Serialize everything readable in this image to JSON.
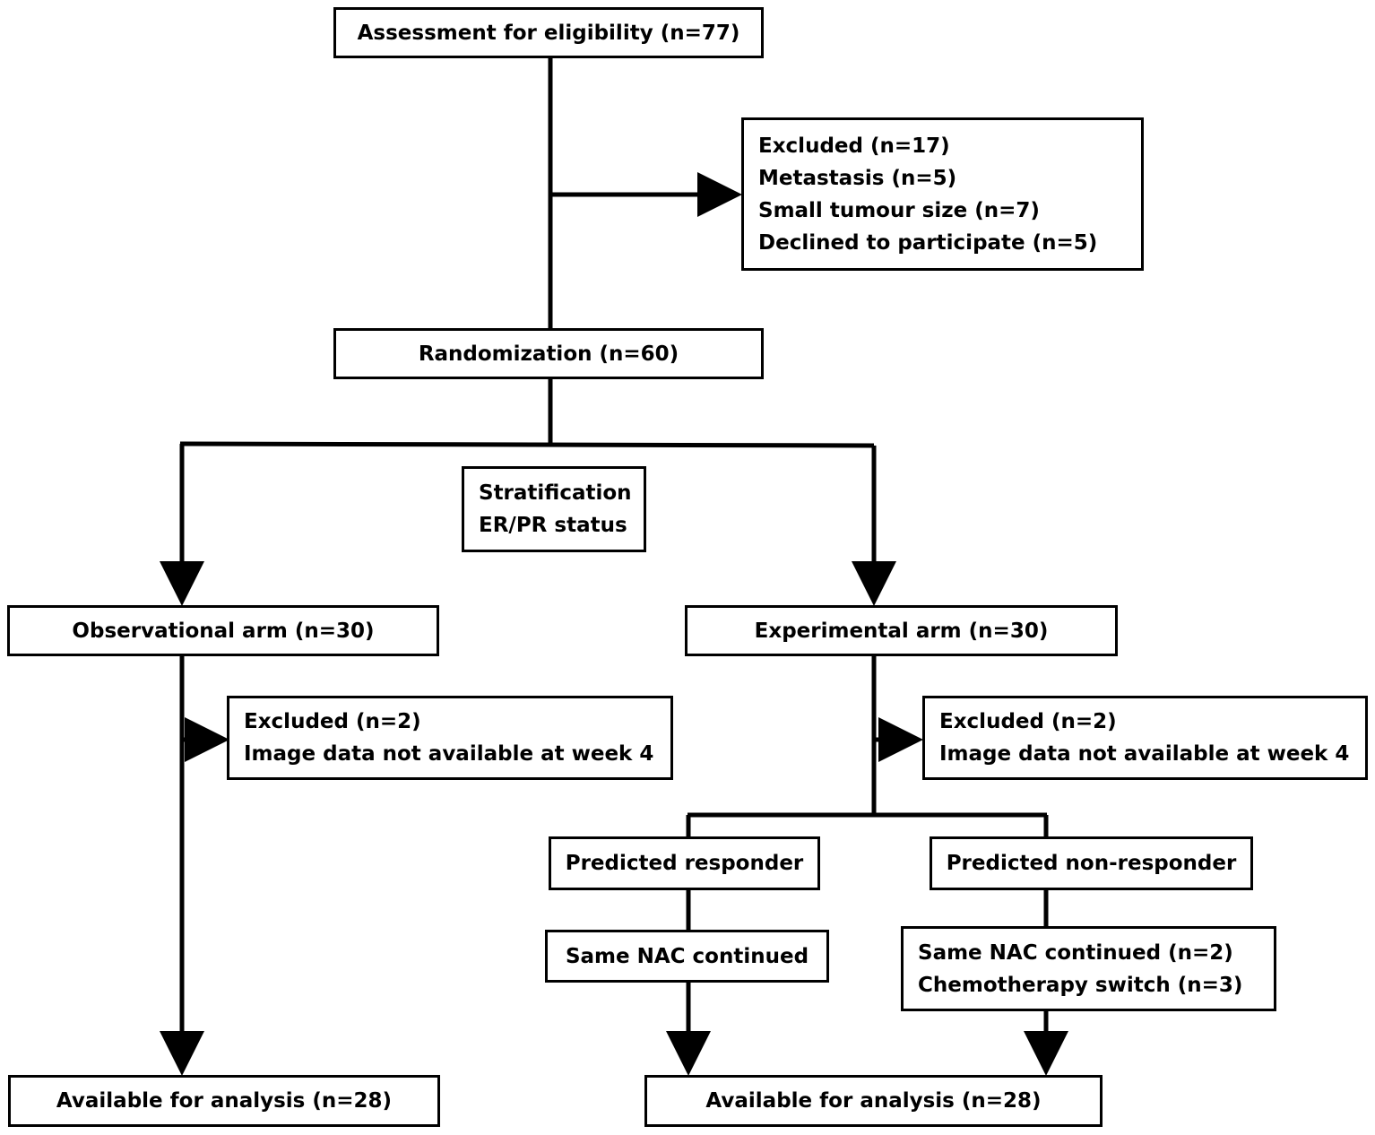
{
  "assessment": {
    "label": "Assessment for eligibility (n=77)"
  },
  "excluded_main": {
    "lines": [
      "Excluded (n=17)",
      "Metastasis (n=5)",
      "Small tumour size (n=7)",
      "Declined to participate (n=5)"
    ]
  },
  "randomization": {
    "label": "Randomization (n=60)"
  },
  "stratification": {
    "lines": [
      "Stratification",
      "ER/PR status"
    ]
  },
  "observational": {
    "arm": "Observational arm (n=30)",
    "excluded": [
      "Excluded (n=2)",
      "Image data not available at week 4"
    ],
    "available": "Available for analysis (n=28)"
  },
  "experimental": {
    "arm": "Experimental arm (n=30)",
    "excluded": [
      "Excluded (n=2)",
      "Image data not available at week 4"
    ],
    "responder": "Predicted responder",
    "non_responder": "Predicted non-responder",
    "responder_action": "Same NAC continued",
    "non_responder_actions": [
      "Same NAC continued (n=2)",
      "Chemotherapy switch (n=3)"
    ],
    "available": "Available for analysis (n=28)"
  },
  "colors": {
    "line": "#000000",
    "box_border": "#000000",
    "background": "#ffffff"
  }
}
